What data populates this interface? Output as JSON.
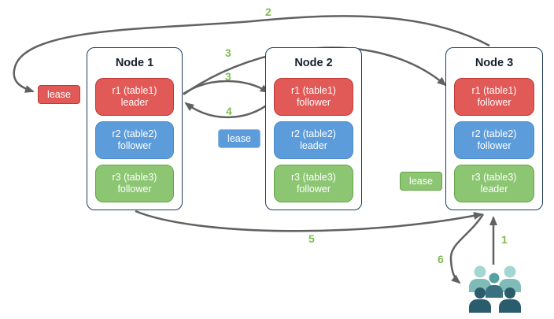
{
  "diagram_title": "replica-leaseholder-diagram",
  "colors": {
    "red": "#e15a57",
    "redBorder": "#bf3936",
    "blue": "#5d9cdb",
    "blueBorder": "#4a8ac9",
    "blueLeaseBorder": "#8fbbe8",
    "green": "#8cc673",
    "greenBorder": "#64a344",
    "nodeBorder": "#1e3a5f",
    "arrow": "#616161",
    "numberGreen": "#7fbd52",
    "tealLightHead": "#a4d7d4",
    "tealLightBody": "#7fbcb8",
    "tealMidHead": "#55a1a2",
    "tealMidBody": "#3a7181",
    "tealDark": "#2a5c6d"
  },
  "nodes": [
    {
      "title": "Node 1",
      "replicas": [
        {
          "name": "r1 (table1)",
          "role": "leader"
        },
        {
          "name": "r2 (table2)",
          "role": "follower"
        },
        {
          "name": "r3 (table3)",
          "role": "follower"
        }
      ]
    },
    {
      "title": "Node 2",
      "replicas": [
        {
          "name": "r1 (table1)",
          "role": "follower"
        },
        {
          "name": "r2 (table2)",
          "role": "leader"
        },
        {
          "name": "r3 (table3)",
          "role": "follower"
        }
      ]
    },
    {
      "title": "Node 3",
      "replicas": [
        {
          "name": "r1 (table1)",
          "role": "follower"
        },
        {
          "name": "r2 (table2)",
          "role": "follower"
        },
        {
          "name": "r3 (table3)",
          "role": "leader"
        }
      ]
    }
  ],
  "leases": {
    "red": "lease",
    "blue": "lease",
    "green": "lease"
  },
  "steps": {
    "s1": "1",
    "s2": "2",
    "s3a": "3",
    "s3b": "3",
    "s4": "4",
    "s5": "5",
    "s6": "6"
  },
  "icons": {
    "users": "users-group-icon"
  }
}
